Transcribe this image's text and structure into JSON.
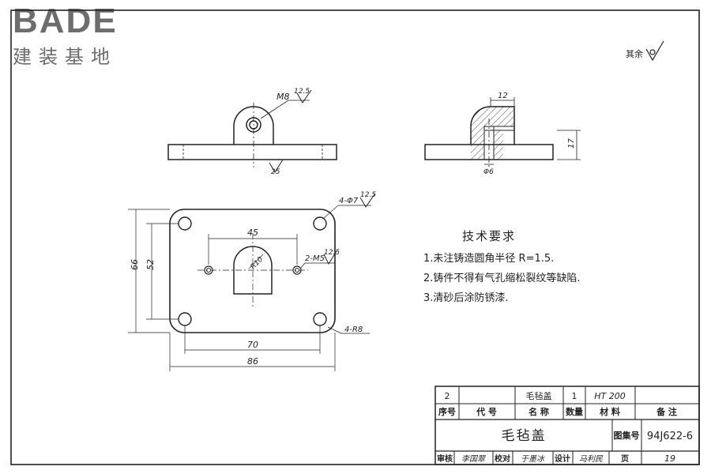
{
  "logo": {
    "brand": "BADE",
    "subtitle": "建装基地"
  },
  "surface_note": {
    "text": "其余"
  },
  "dims": {
    "m8": "M8",
    "ra_hole": "12.5",
    "ra_bottom": "25",
    "sec_width": "12",
    "sec_height": "17",
    "sec_hole": "Φ6",
    "holes_dia": "4-Φ7",
    "ra_holes": "12.5",
    "dim_45": "45",
    "dim_r10": "R10",
    "m5": "2-M5",
    "ra_m5": "12.5",
    "dim_66": "66",
    "dim_52": "52",
    "dim_70": "70",
    "dim_86": "86",
    "corner_r": "4-R8"
  },
  "requirements": {
    "title": "技术要求",
    "items": [
      "1.未注铸造圆角半径 R=1.5.",
      "2.铸件不得有气孔缩松裂纹等缺陷.",
      "3.清砂后涂防锈漆."
    ]
  },
  "title_block": {
    "part_row": {
      "no": "2",
      "code": "",
      "name": "毛毡盖",
      "qty": "1",
      "material": "HT 200",
      "remark": ""
    },
    "headers": {
      "no": "序号",
      "code": "代  号",
      "name": "名  称",
      "qty": "数量",
      "material": "材    料",
      "remark": "备    注"
    },
    "drawing_title": "毛毡盖",
    "atlas_label": "图集号",
    "atlas_no": "94J622-6",
    "bottom": {
      "review_label": "审核",
      "review_sign": "李国翠",
      "check_label": "校对",
      "check_sign": "于墨冰",
      "design_label": "设计",
      "design_sign": "马利民",
      "page_label": "页",
      "page_no": "19"
    }
  }
}
